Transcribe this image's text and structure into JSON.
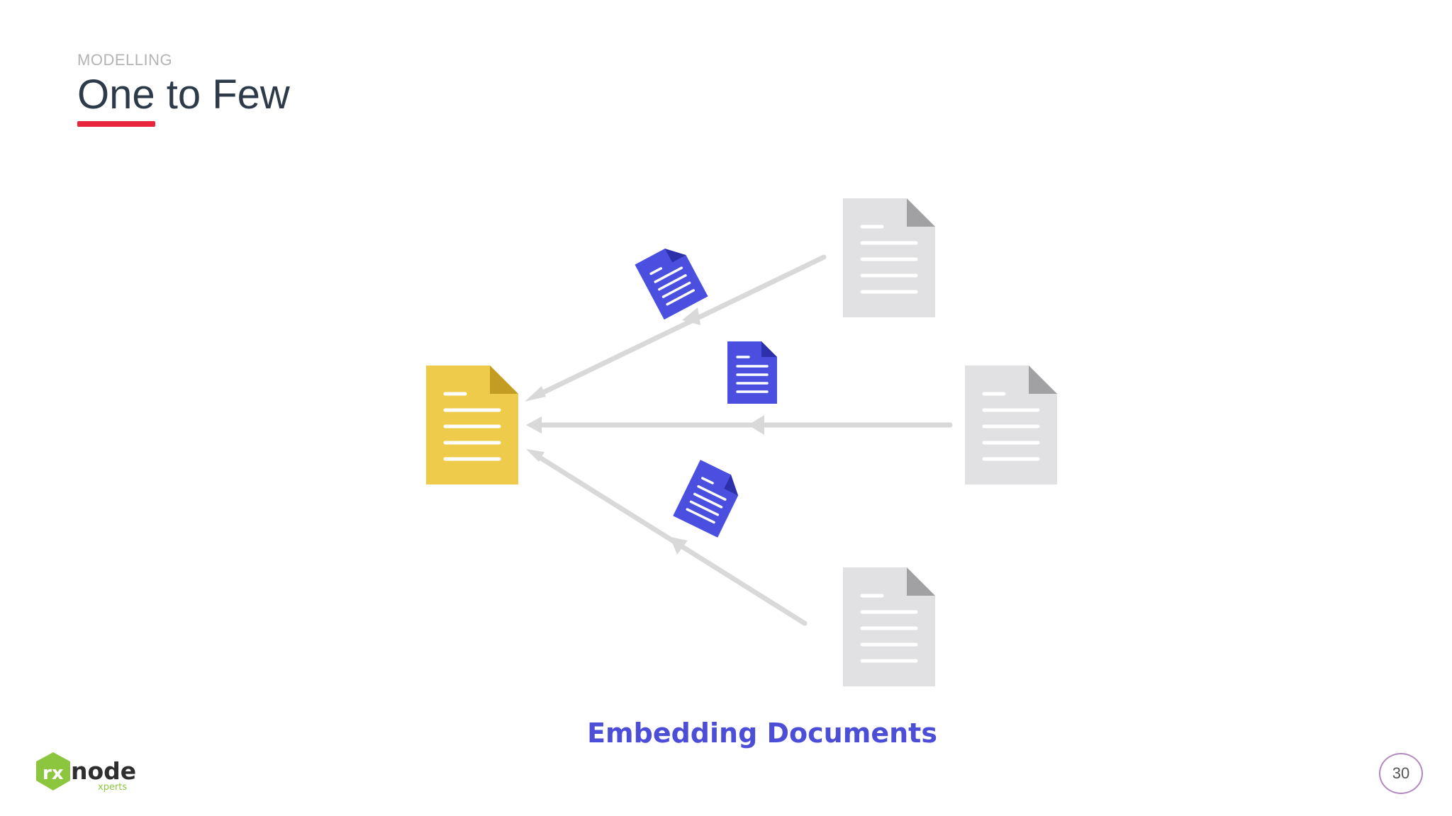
{
  "slide": {
    "section_label": "MODELLING",
    "title": "One to Few",
    "caption": "Embedding Documents",
    "page_number": "30"
  },
  "logo": {
    "wordmark": "node",
    "tagline": "xperts",
    "mark_color": "#8cc63f"
  },
  "colors": {
    "accent_underline": "#e8253d",
    "title_text": "#2c3a4a",
    "parent_document": "#eecb4b",
    "child_documents": "#e1e0e3",
    "embedded_documents": "#4a4fe0",
    "arrows": "#d9d9d9",
    "caption": "#4c4ed8"
  },
  "diagram": {
    "parent": {
      "icon": "document-icon"
    },
    "children": [
      {
        "icon": "document-icon"
      },
      {
        "icon": "document-icon"
      },
      {
        "icon": "document-icon"
      }
    ],
    "embedded": [
      {
        "icon": "document-icon"
      },
      {
        "icon": "document-icon"
      },
      {
        "icon": "document-icon"
      }
    ]
  }
}
